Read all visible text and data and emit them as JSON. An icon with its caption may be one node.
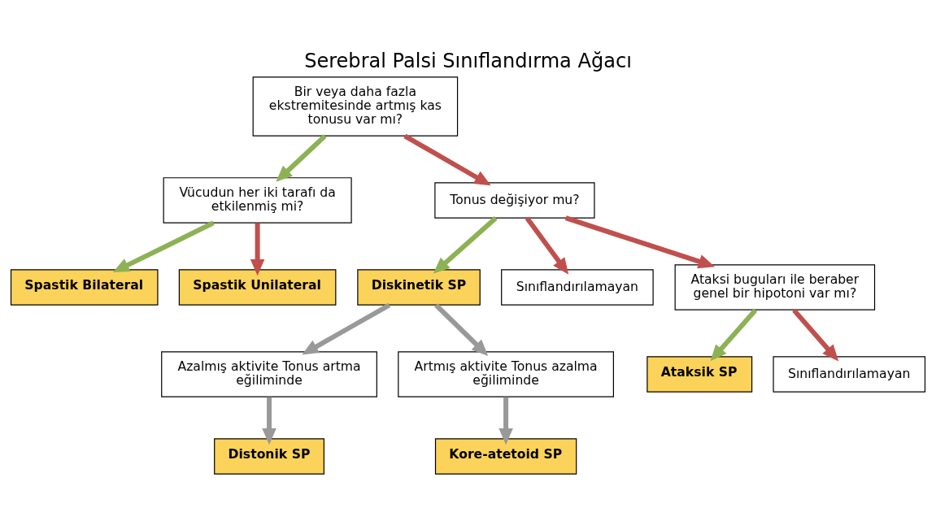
{
  "diagram": {
    "title": "Serebral Palsi Sınıflandırma Ağacı",
    "nodes": [
      {
        "text": [
          "Bir veya daha fazla ekstremitesinde artmış kas tonusu var mı?"
        ]
      },
      {
        "text": [
          "Vücudun her iki tarafı da etkilenmiş mi?"
        ]
      },
      {
        "text": [
          "Tonus değişiyor mu?"
        ]
      },
      {
        "text": [
          "Spastik Bilateral"
        ]
      },
      {
        "text": [
          "Spastik Unilateral"
        ]
      },
      {
        "text": [
          "Diskinetik SP"
        ]
      },
      {
        "text": [
          "Sınıflandırılamayan"
        ]
      },
      {
        "text": [
          "Ataksi buguları ile beraber genel bir hipotoni var mı?"
        ]
      },
      {
        "text": [
          "Azalmış aktivite Tonus artma eğiliminde"
        ]
      },
      {
        "text": [
          "Artmış aktivite Tonus azalma eğiliminde"
        ]
      },
      {
        "text": [
          "Ataksik SP"
        ]
      },
      {
        "text": [
          "Sınıflandırılamayan"
        ]
      },
      {
        "text": [
          "Distonik SP"
        ]
      },
      {
        "text": [
          "Kore-atetoid SP"
        ]
      }
    ],
    "edges": [
      {
        "from": 0,
        "to": 1,
        "arrow": "to",
        "color": "#8db255"
      },
      {
        "from": 0,
        "to": 2,
        "arrow": "to",
        "color": "#c0504d"
      },
      {
        "from": 1,
        "to": 3,
        "arrow": "to",
        "color": "#8db255"
      },
      {
        "from": 1,
        "to": 4,
        "arrow": "to",
        "color": "#c0504d"
      },
      {
        "from": 2,
        "to": 5,
        "arrow": "to",
        "color": "#8db255"
      },
      {
        "from": 2,
        "to": 6,
        "arrow": "to",
        "color": "#c0504d"
      },
      {
        "from": 2,
        "to": 7,
        "arrow": "to",
        "color": "#c0504d"
      },
      {
        "from": 7,
        "to": 10,
        "arrow": "to",
        "color": "#8db255"
      },
      {
        "from": 7,
        "to": 11,
        "arrow": "to",
        "color": "#c0504d"
      },
      {
        "from": 5,
        "to": 8,
        "arrow": "to",
        "color": "#999999"
      },
      {
        "from": 5,
        "to": 9,
        "arrow": "to",
        "color": "#999999"
      },
      {
        "from": 8,
        "to": 12,
        "arrow": "to",
        "color": "#999999"
      },
      {
        "from": 9,
        "to": 13,
        "arrow": "to",
        "color": "#999999"
      }
    ]
  }
}
